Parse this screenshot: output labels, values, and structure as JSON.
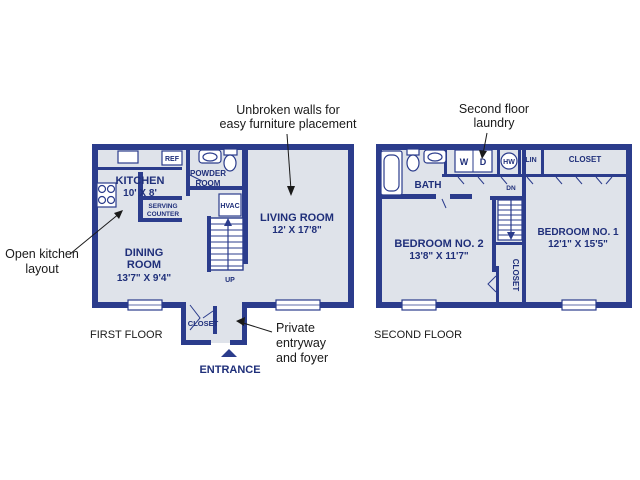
{
  "colors": {
    "wall": "#2b3c8c",
    "floor": "#dfe3ea",
    "text_dark": "#1f2f7a",
    "text_callout": "#1a1a1a",
    "window": "#ffffff"
  },
  "first_floor": {
    "label": "FIRST FLOOR",
    "kitchen": {
      "name": "KITCHEN",
      "dims": "10' X 8'"
    },
    "ref": "REF",
    "serving_counter": {
      "line1": "SERVING",
      "line2": "COUNTER"
    },
    "powder_room": {
      "line1": "POWDER",
      "line2": "ROOM"
    },
    "hvac": "HVAC",
    "up": "UP",
    "dining_room": {
      "line1": "DINING",
      "line2": "ROOM",
      "dims": "13'7\" X 9'4\""
    },
    "living_room": {
      "name": "LIVING ROOM",
      "dims": "12' X 17'8\""
    },
    "closet": "CLOSET",
    "entrance": "ENTRANCE"
  },
  "second_floor": {
    "label": "SECOND FLOOR",
    "w": "W",
    "d": "D",
    "hw": "HW",
    "lin": "LIN",
    "closet_top": "CLOSET",
    "bath": "BATH",
    "dn": "DN",
    "bedroom2": {
      "name": "BEDROOM NO. 2",
      "dims": "13'8\" X 11'7\""
    },
    "closet_side": "CLOSET",
    "bedroom1": {
      "name": "BEDROOM NO. 1",
      "dims": "12'1\" X 15'5\""
    }
  },
  "callouts": {
    "walls": {
      "line1": "Unbroken walls for",
      "line2": "easy furniture placement"
    },
    "laundry": {
      "line1": "Second floor",
      "line2": "laundry"
    },
    "kitchen": {
      "line1": "Open kitchen",
      "line2": "layout"
    },
    "entry": {
      "line1": "Private",
      "line2": "entryway",
      "line3": "and foyer"
    }
  }
}
